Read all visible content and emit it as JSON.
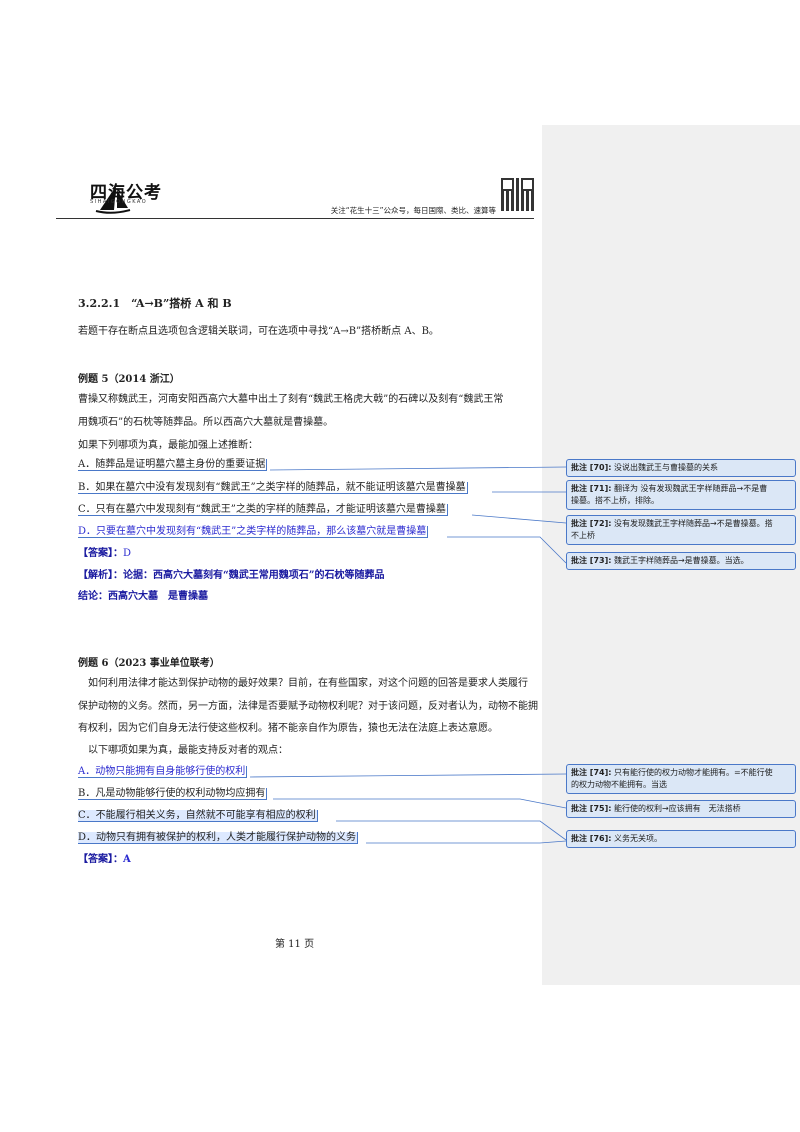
{
  "header": {
    "logo_name": "四海公考",
    "logo_sub": "SIHAIGONGKAO",
    "note": "关注“花生十三”公众号，每日国際、类比、速算等"
  },
  "section": {
    "heading": "3.2.2.1　“A→B”搭桥 A 和 B",
    "intro": "若题干存在断点且选项包含逻辑关联词，可在选项中寻找“A→B”搭桥断点 A、B。"
  },
  "example5": {
    "title": "例题 5（2014 浙江）",
    "para1": "曹操又称魏武王，河南安阳西高穴大墓中出土了刻有“魏武王格虎大戟”的石碑以及刻有“魏武王常",
    "para2": "用魏项石”的石枕等随葬品。所以西高穴大墓就是曹操墓。",
    "question": "如果下列哪项为真，最能加强上述推断：",
    "options": [
      "A．随葬品是证明墓穴墓主身份的重要证据",
      "B．如果在墓穴中没有发现刻有“魏武王”之类字样的随葬品，就不能证明该墓穴是曹操墓",
      "C．只有在墓穴中发现刻有“魏武王”之类的字样的随葬品，才能证明该墓穴是曹操墓",
      "D．只要在墓穴中发现刻有“魏武王”之类字样的随葬品，那么该墓穴就是曹操墓"
    ],
    "answer_label": "【答案】：",
    "answer_value": "D",
    "analysis_label": "【解析】：",
    "analysis_text": "论据：西高穴大墓刻有“魏武王常用魏项石”的石枕等随葬品",
    "conclusion": "结论：西高穴大墓　是曹操墓"
  },
  "example6": {
    "title": "例题 6（2023 事业单位联考）",
    "para1": "如何利用法律才能达到保护动物的最好效果？目前，在有些国家，对这个问题的回答是要求人类履行",
    "para2": "保护动物的义务。然而，另一方面，法律是否要赋予动物权利呢？对于该问题，反对者认为，动物不能拥",
    "para3": "有权利，因为它们自身无法行使这些权利。猪不能亲自作为原告，猿也无法在法庭上表达意愿。",
    "question": "以下哪项如果为真，最能支持反对者的观点：",
    "options": [
      "A．动物只能拥有自身能够行使的权利",
      "B．凡是动物能够行使的权利动物均应拥有",
      "C．不能履行相关义务，自然就不可能享有相应的权利",
      "D．动物只有拥有被保护的权利，人类才能履行保护动物的义务"
    ],
    "answer_label": "【答案】：",
    "answer_value": "A"
  },
  "comments": [
    {
      "label": "批注 [70]:",
      "text": "没说出魏武王与曹操墓的关系"
    },
    {
      "label": "批注 [71]:",
      "text": "翻译为 没有发现魏武王字样随葬品→不是曹",
      "text2": "操墓。搭不上桥，排除。"
    },
    {
      "label": "批注 [72]:",
      "text": "没有发现魏武王字样随葬品→不是曹操墓。搭",
      "text2": "不上桥"
    },
    {
      "label": "批注 [73]:",
      "text": "魏武王字样随葬品→是曹操墓。当选。"
    },
    {
      "label": "批注 [74]:",
      "text": "只有能行使的权力动物才能拥有。=不能行使",
      "text2": "的权力动物不能拥有。当选"
    },
    {
      "label": "批注 [75]:",
      "text": "能行使的权利→应该拥有　无法搭桥"
    },
    {
      "label": "批注 [76]:",
      "text": "义务无关项。"
    }
  ],
  "footer": {
    "page": "第 11 页"
  },
  "colors": {
    "accent": "#2a2ad0",
    "comment_bg": "#dbe7f6",
    "comment_border": "#4a78c8"
  }
}
